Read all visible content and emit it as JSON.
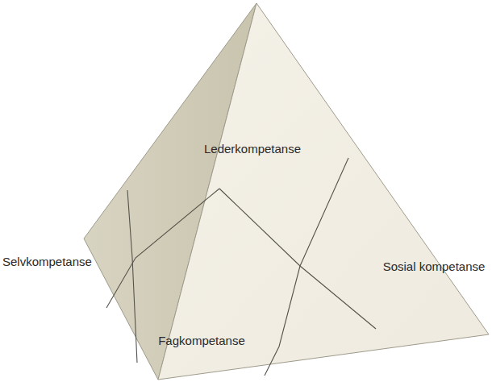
{
  "diagram": {
    "labels": [
      "Lederkompetanse",
      "Selvkompetanse",
      "Fagkompetanse",
      "Sosial kompetanse"
    ]
  }
}
